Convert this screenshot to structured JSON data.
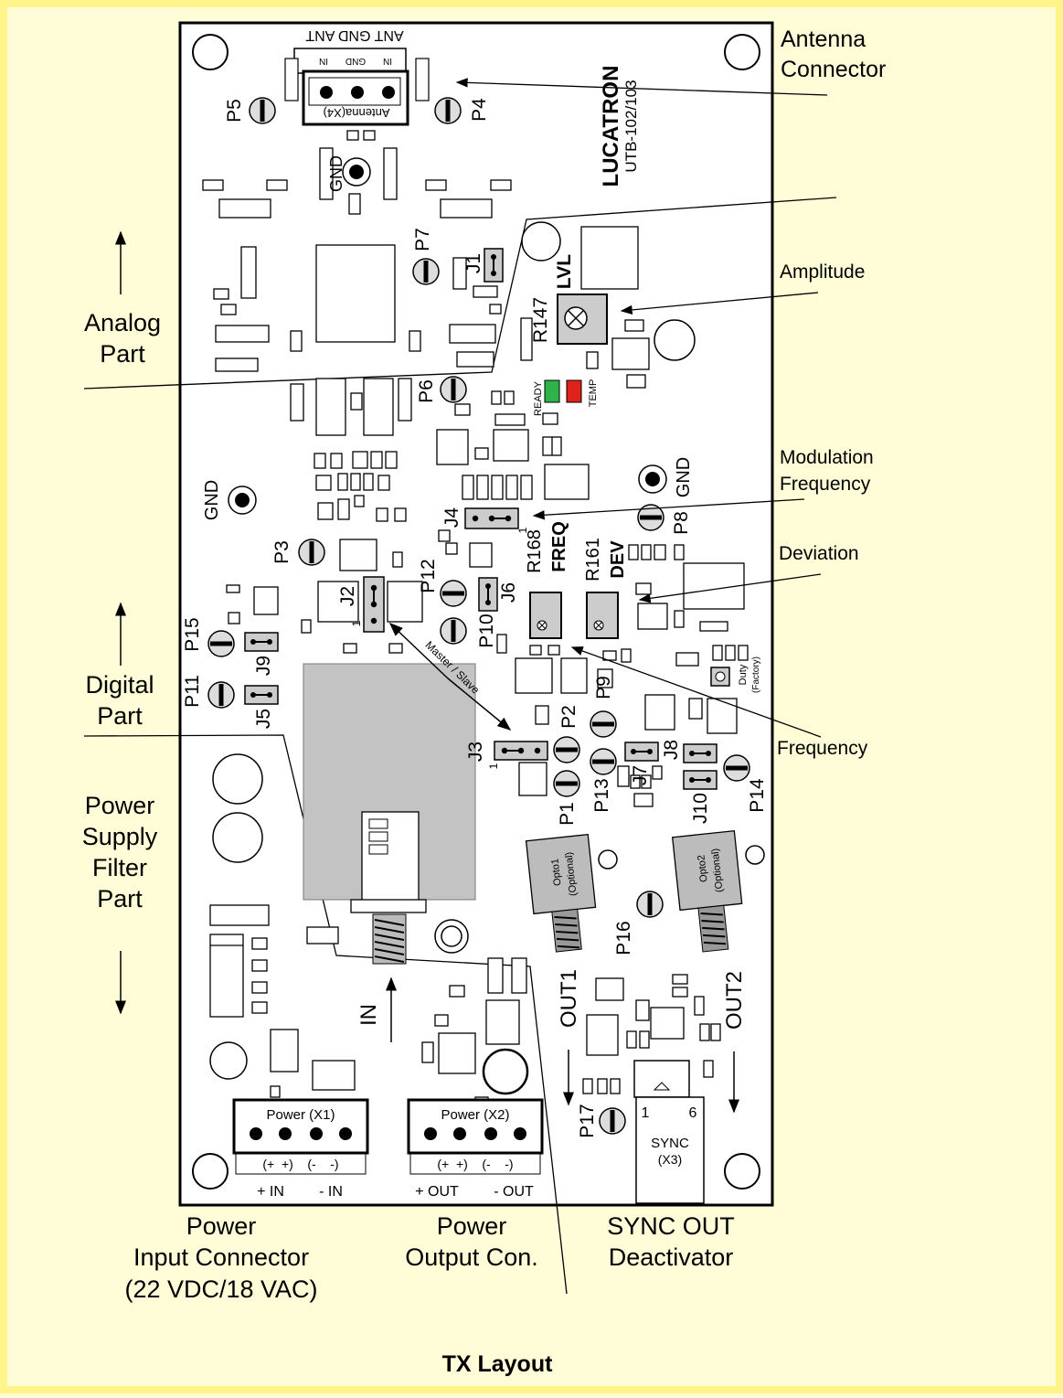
{
  "callouts": {
    "antenna_1": "Antenna",
    "antenna_2": "Connector",
    "amplitude": "Amplitude",
    "modfreq_1": "Modulation",
    "modfreq_2": "Frequency",
    "deviation": "Deviation",
    "frequency": "Frequency"
  },
  "sections": {
    "analog_1": "Analog",
    "analog_2": "Part",
    "digital_1": "Digital",
    "digital_2": "Part",
    "psf_1": "Power",
    "psf_2": "Supply",
    "psf_3": "Filter",
    "psf_4": "Part"
  },
  "bottom": {
    "pin_1": "Power",
    "pin_2": "Input Connector",
    "pin_3": "(22 VDC/18 VAC)",
    "pout_1": "Power",
    "pout_2": "Output Con.",
    "sync_1": "SYNC OUT",
    "sync_2": "Deactivator"
  },
  "caption": "TX Layout",
  "board": {
    "brand": "LUCATRON",
    "model": "UTB-102/103",
    "ant_top": "ANT GND ANT",
    "ant_in_1": "IN",
    "ant_gnd": "GND",
    "ant_in_2": "IN",
    "ant_conn": "Antenna(X4)",
    "gnd": "GND",
    "lvl": "LVL",
    "r147": "R147",
    "ready": "READY",
    "temp": "TEMP",
    "r168": "R168",
    "freq": "FREQ",
    "r161": "R161",
    "dev": "DEV",
    "master_slave": "Master / Slave",
    "duty": "Duty",
    "factory": "(Factory)",
    "opto1_1": "Opto1",
    "opto1_2": "(Optional)",
    "opto2_1": "Opto2",
    "opto2_2": "(Optional)",
    "out1": "OUT1",
    "out2": "OUT2",
    "in": "IN",
    "sync_x3_1": "SYNC",
    "sync_x3_2": "(X3)",
    "sync_pin1": "1",
    "sync_pin6": "6",
    "power_x1": "Power (X1)",
    "power_x2": "Power (X2)",
    "x1_pol": "(+  +)    (-    -)",
    "x2_pol": "(+  +)    (-    -)",
    "plus_in": "+ IN",
    "minus_in": "- IN",
    "plus_out": "+ OUT",
    "minus_out": "- OUT",
    "pin_1": "1"
  },
  "designators": {
    "p1": "P1",
    "p2": "P2",
    "p3": "P3",
    "p4": "P4",
    "p5": "P5",
    "p6": "P6",
    "p7": "P7",
    "p8": "P8",
    "p9": "P9",
    "p10": "P10",
    "p11": "P11",
    "p12": "P12",
    "p13": "P13",
    "p14": "P14",
    "p15": "P15",
    "p16": "P16",
    "p17": "P17",
    "j1": "J1",
    "j2": "J2",
    "j3": "J3",
    "j4": "J4",
    "j5": "J5",
    "j6": "J6",
    "j7": "J7",
    "j8": "J8",
    "j9": "J9",
    "j10": "J10"
  }
}
